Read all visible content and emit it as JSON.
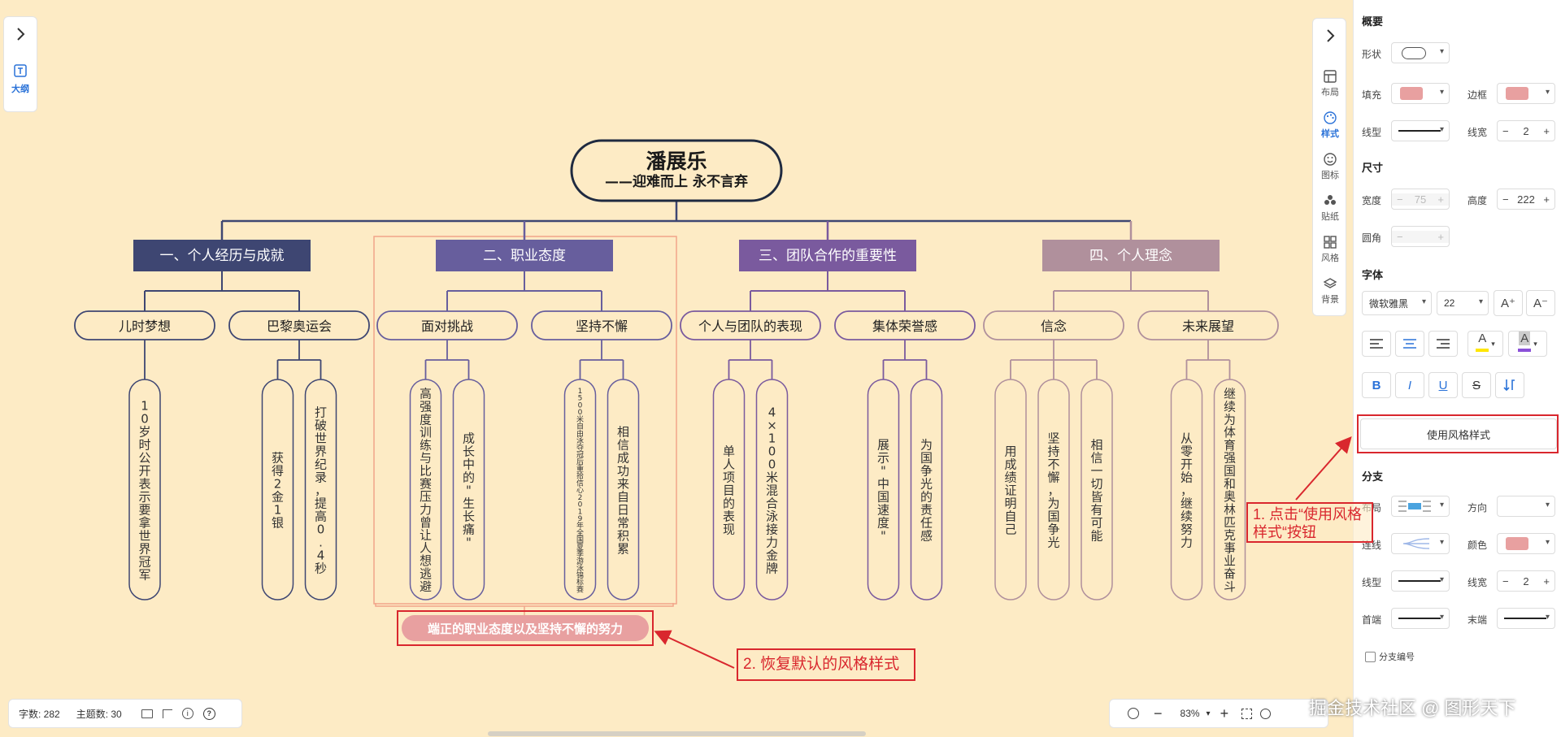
{
  "map": {
    "root": {
      "title": "潘展乐",
      "subtitle": "——迎难而上  永不言弃"
    },
    "branches": [
      {
        "label": "一、个人经历与成就",
        "color": "#3e4672",
        "topics": [
          {
            "label": "儿时梦想",
            "leaves": [
              "10岁时公开表示要拿世界冠军"
            ]
          },
          {
            "label": "巴黎奥运会",
            "leaves": [
              "获得2金1银",
              "打破世界纪录，提高0.4秒"
            ]
          }
        ]
      },
      {
        "label": "二、职业态度",
        "color": "#675e9d",
        "topics": [
          {
            "label": "面对挑战",
            "leaves": [
              "高强度训练与比赛压力曾让人想逃避",
              "成长中的\"生长痛\""
            ]
          },
          {
            "label": "坚持不懈",
            "leaves": [
              "1500米自由泳夺冠后重拾信心2019年全国夏季游泳锦标赛",
              "相信成功来自日常积累"
            ]
          }
        ]
      },
      {
        "label": "三、团队合作的重要性",
        "color": "#7a5a9e",
        "topics": [
          {
            "label": "个人与团队的表现",
            "leaves": [
              "单人项目的表现",
              "4×100米混合泳接力金牌"
            ]
          },
          {
            "label": "集体荣誉感",
            "leaves": [
              "展示\"中国速度\"",
              "为国争光的责任感"
            ]
          }
        ]
      },
      {
        "label": "四、个人理念",
        "color": "#b0909c",
        "topics": [
          {
            "label": "信念",
            "leaves": [
              "用成绩证明自己",
              "坚持不懈，为国争光",
              "相信一切皆有可能"
            ]
          },
          {
            "label": "未来展望",
            "leaves": [
              "从零开始，继续努力",
              "继续为体育强国和奥林匹克事业奋斗"
            ]
          }
        ]
      }
    ],
    "summary_label": "端正的职业态度以及坚持不懈的努力",
    "colors": {
      "background": "#fdebc5",
      "line": "#3e4672",
      "summary_fill": "#e8a0a0",
      "selection": "#f2a58a"
    }
  },
  "left_toolbar": {
    "expand_icon": "chevron-right-icon",
    "outline_label": "大纲"
  },
  "right_toolbar": {
    "items": [
      {
        "label": "布局",
        "icon": "layout-icon"
      },
      {
        "label": "样式",
        "icon": "palette-icon",
        "active": true
      },
      {
        "label": "图标",
        "icon": "smile-icon"
      },
      {
        "label": "贴纸",
        "icon": "sticker-icon"
      },
      {
        "label": "风格",
        "icon": "grid-icon"
      },
      {
        "label": "背景",
        "icon": "layers-icon"
      }
    ]
  },
  "panel": {
    "overview_title": "概要",
    "shape_label": "形状",
    "fill_label": "填充",
    "border_label": "边框",
    "line_type_label": "线型",
    "line_width_label": "线宽",
    "line_width_value": "2",
    "size_title": "尺寸",
    "width_label": "宽度",
    "width_value": "75",
    "height_label": "高度",
    "height_value": "222",
    "radius_label": "圆角",
    "font_title": "字体",
    "font_family": "微软雅黑",
    "font_size": "22",
    "font_grow": "A⁺",
    "font_shrink": "A⁻",
    "text_color_glyph": "A",
    "bg_color_glyph": "A",
    "bold_glyph": "B",
    "italic_glyph": "I",
    "underline_glyph": "U",
    "strike_glyph": "S",
    "apply_style_button": "使用风格样式",
    "branch_title": "分支",
    "layout_label": "布局",
    "direction_label": "方向",
    "connector_label": "连线",
    "color_label": "颜色",
    "branch_line_type_label": "线型",
    "branch_line_width_label": "线宽",
    "branch_line_width_value": "2",
    "start_label": "首端",
    "end_label": "末端",
    "branch_numbering_label": "分支编号",
    "swatch_color": "#e8a0a0"
  },
  "status": {
    "word_count": "字数: 282",
    "topic_count": "主题数: 30"
  },
  "zoom": {
    "value": "83%",
    "minus": "−",
    "plus": "+"
  },
  "annotations": {
    "step1": "1. 点击“使用风格样式“按钮",
    "step2": "2. 恢复默认的风格样式",
    "color": "#d9272e"
  },
  "watermark": "掘金技术社区 @ 图形天下"
}
